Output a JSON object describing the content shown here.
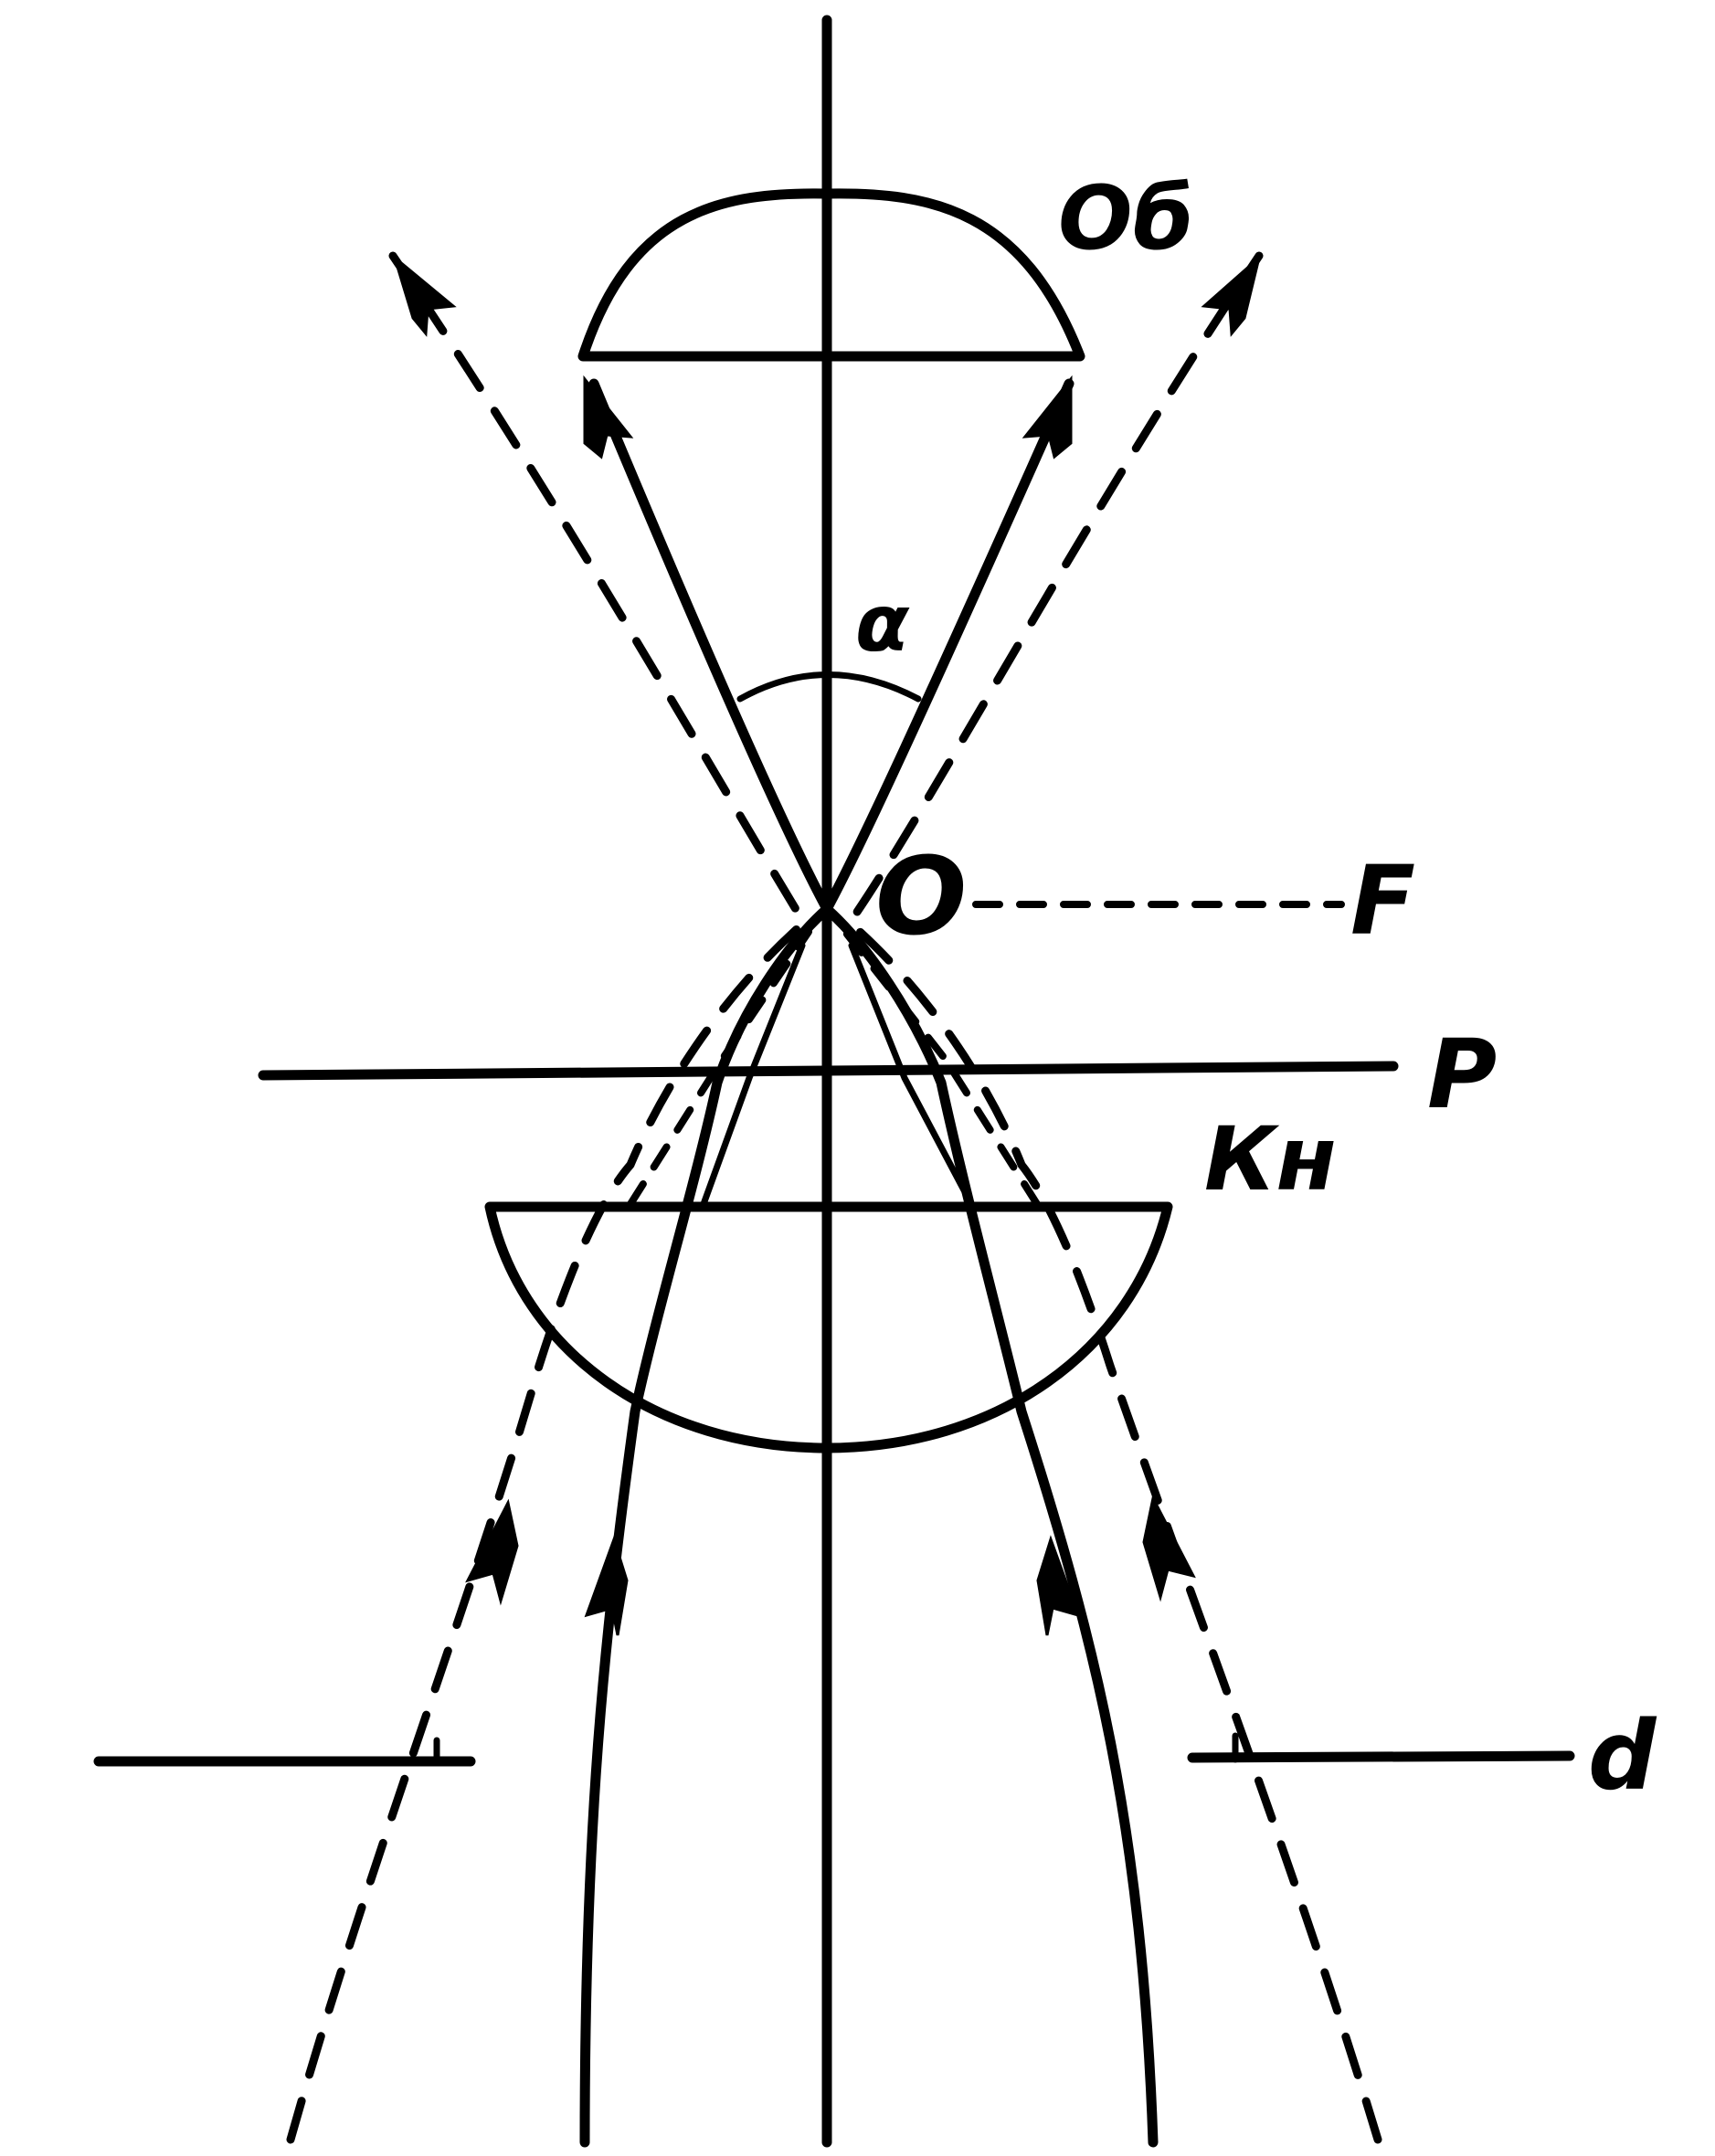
{
  "labels": {
    "objective": "Об",
    "aperture_angle": "α",
    "object_point": "O",
    "focal_plane": "F",
    "specimen_plane": "P",
    "condenser": "Кн",
    "diaphragm": "d"
  },
  "colors": {
    "ink": "#000000",
    "background": "#ffffff"
  }
}
